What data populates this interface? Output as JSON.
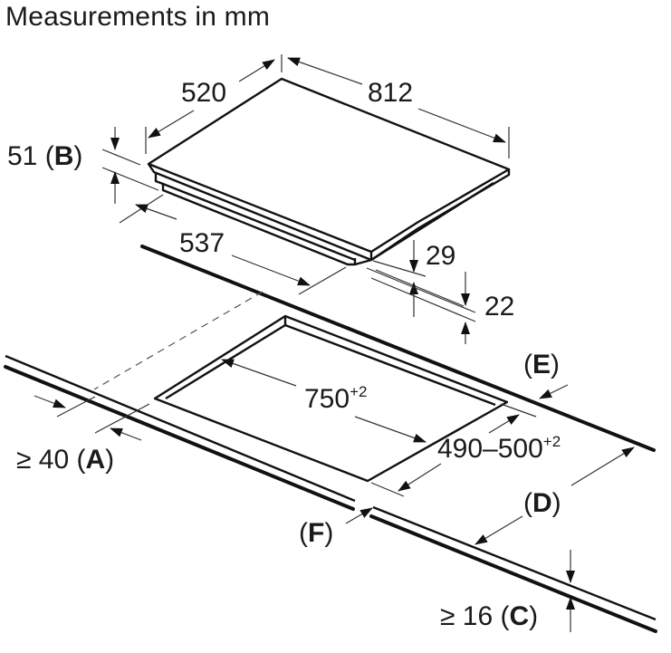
{
  "title": "Measurements in mm",
  "dimensions": {
    "depth": "520",
    "width": "812",
    "height_label": "51",
    "height_ref": "B",
    "inner_depth": "537",
    "frame_height": "29",
    "lower_height": "22",
    "cutout_width": "750",
    "cutout_width_tol": "+2",
    "cutout_depth": "490–500",
    "cutout_depth_tol": "+2",
    "front_gap_prefix": "≥ 40",
    "front_gap_ref": "A",
    "worktop_thickness_prefix": "≥ 16",
    "worktop_thickness_ref": "C",
    "ref_D": "D",
    "ref_E": "E",
    "ref_F": "F"
  }
}
